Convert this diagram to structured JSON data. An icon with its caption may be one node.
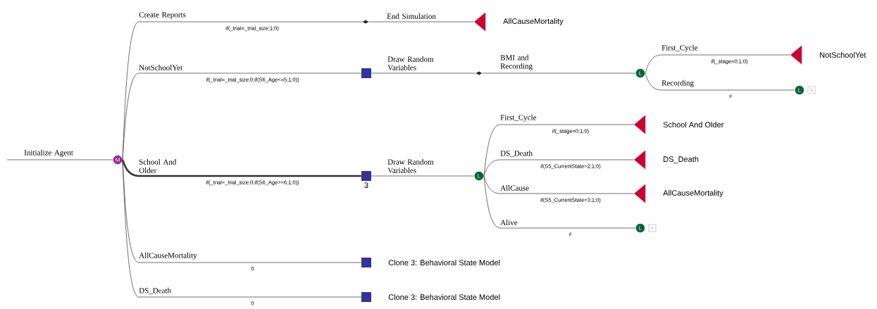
{
  "diagram": {
    "nodes": [
      {
        "text": [
          "M"
        ]
      },
      {
        "text": [],
        "shape": "diamond"
      },
      {
        "text": [],
        "shape": "triangle",
        "beside": [
          "AllCauseMortality"
        ]
      },
      {
        "text": [],
        "shape": "box"
      },
      {
        "text": [],
        "shape": "diamond"
      },
      {
        "text": [
          "L"
        ]
      },
      {
        "text": [],
        "shape": "triangle",
        "beside": [
          "NotSchoolYet"
        ]
      },
      {
        "text": [
          "L"
        ]
      },
      {
        "text": [],
        "shape": "box",
        "beside": [
          "3"
        ]
      },
      {
        "text": [
          "L"
        ]
      },
      {
        "text": [],
        "shape": "triangle",
        "beside": [
          "School And Older"
        ]
      },
      {
        "text": [],
        "shape": "triangle",
        "beside": [
          "DS_Death"
        ]
      },
      {
        "text": [],
        "shape": "triangle",
        "beside": [
          "AllCauseMortality"
        ]
      },
      {
        "text": [
          "L"
        ]
      },
      {
        "text": [],
        "shape": "box",
        "beside": [
          "Clone 3: Behavioral State Model"
        ]
      },
      {
        "text": [],
        "shape": "box",
        "beside": [
          "Clone 3: Behavioral State Model"
        ]
      }
    ],
    "edges": [
      {
        "from": null,
        "to": 0,
        "arrow": "none",
        "label": "Initialize Agent"
      },
      {
        "from": 0,
        "to": 1,
        "arrow": "none",
        "label": "Create Reports"
      },
      {
        "from": 1,
        "to": 2,
        "arrow": "none",
        "label": "End Simulation"
      },
      {
        "from": 0,
        "to": 3,
        "arrow": "none",
        "label": "NotSchoolYet"
      },
      {
        "from": 3,
        "to": 4,
        "arrow": "none",
        "label": "Draw Random Variables"
      },
      {
        "from": 4,
        "to": 5,
        "arrow": "none",
        "label": "BMI and Recording"
      },
      {
        "from": 5,
        "to": 6,
        "arrow": "none",
        "label": "First_Cycle"
      },
      {
        "from": 5,
        "to": 7,
        "arrow": "none",
        "label": "Recording"
      },
      {
        "from": 0,
        "to": 8,
        "arrow": "none",
        "label": "School And Older",
        "style": "thick"
      },
      {
        "from": 8,
        "to": 9,
        "arrow": "none",
        "label": "Draw Random Variables"
      },
      {
        "from": 9,
        "to": 10,
        "arrow": "none",
        "label": "First_Cycle"
      },
      {
        "from": 9,
        "to": 11,
        "arrow": "none",
        "label": "DS_Death"
      },
      {
        "from": 9,
        "to": 12,
        "arrow": "none",
        "label": "AllCause"
      },
      {
        "from": 9,
        "to": 13,
        "arrow": "none",
        "label": "Alive"
      },
      {
        "from": 0,
        "to": 14,
        "arrow": "none",
        "label": "AllCauseMortality"
      },
      {
        "from": 0,
        "to": 15,
        "arrow": "none",
        "label": "DS_Death"
      }
    ],
    "labels": [
      "if(_trial=_trial_size;1;0)",
      "if(_stage=0;1;0)",
      "if(_trial=_trial_size;0;if(S6_Age<=5;1;0))",
      "#",
      "if(_stage=0;1;0)",
      "if(S5_CurrentState=2;1;0)",
      "if(_trial=_trial_size;0;if(S6_Age>=6;1;0))",
      "if(S5_CurrentState=3;1;0)",
      "#",
      "0",
      "0"
    ]
  }
}
